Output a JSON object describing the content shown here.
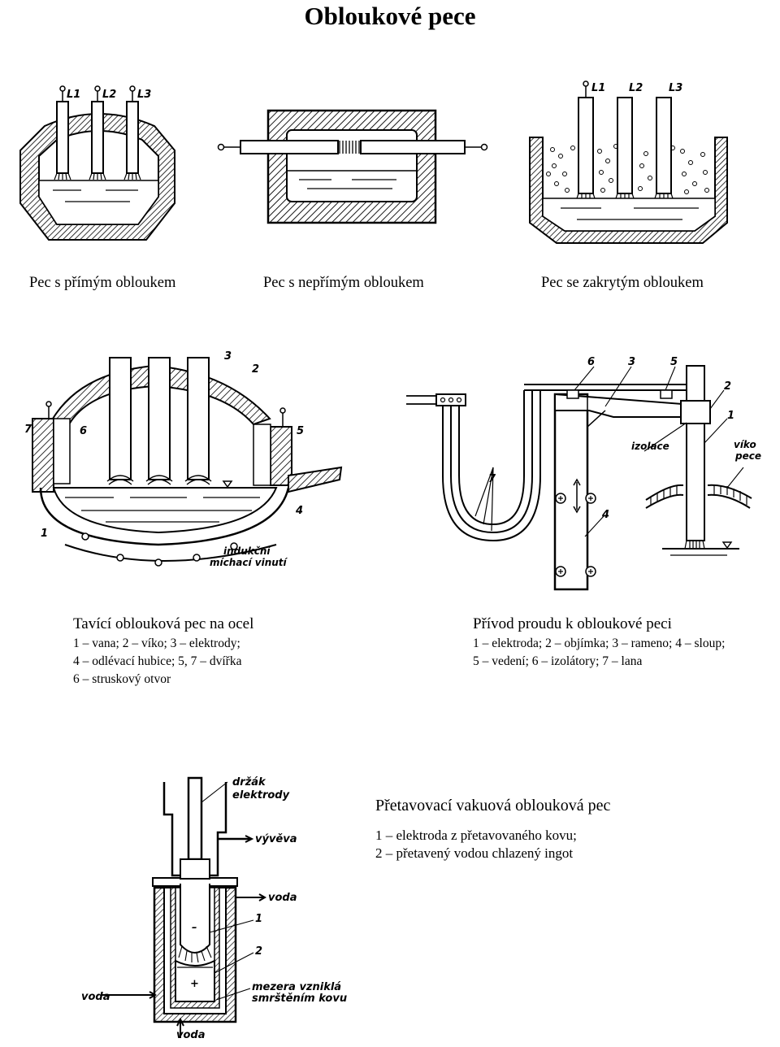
{
  "title": "Obloukové pece",
  "top_row": {
    "captions": [
      "Pec s přímým obloukem",
      "Pec s nepřímým obloukem",
      "Pec se zakrytým obloukem"
    ],
    "electrode_labels": [
      "L1",
      "L2",
      "L3"
    ]
  },
  "furnace_steel": {
    "heading": "Tavící oblouková pec na ocel",
    "legend": [
      "1 – vana; 2 – víko; 3 – elektrody;",
      "4 – odlévací hubice; 5, 7 – dvířka",
      "6 – struskový otvor"
    ],
    "part_numbers": [
      "1",
      "2",
      "3",
      "4",
      "5",
      "6",
      "7"
    ],
    "coil_label": [
      "indukční",
      "míchací vinutí"
    ]
  },
  "supply": {
    "heading": "Přívod proudu k obloukové peci",
    "legend": [
      "1 – elektroda; 2 – objímka; 3 – rameno; 4 – sloup;",
      "5 – vedení; 6 – izolátory; 7 – lana"
    ],
    "part_numbers": [
      "1",
      "2",
      "3",
      "4",
      "5",
      "6",
      "7"
    ],
    "labels": {
      "insulation": "izolace",
      "lid": [
        "víko",
        "pece"
      ]
    }
  },
  "vacuum": {
    "heading": "Přetavovací vakuová oblouková pec",
    "legend": [
      "1 – elektroda z přetavovaného kovu;",
      "2 – přetavený vodou chlazený ingot"
    ],
    "labels": {
      "holder": [
        "držák",
        "elektrody"
      ],
      "pump": "vývěva",
      "water": "voda",
      "gap": [
        "mezera vzniklá",
        "smrštěním kovu"
      ],
      "minus": "–",
      "plus": "+",
      "n1": "1",
      "n2": "2"
    }
  }
}
